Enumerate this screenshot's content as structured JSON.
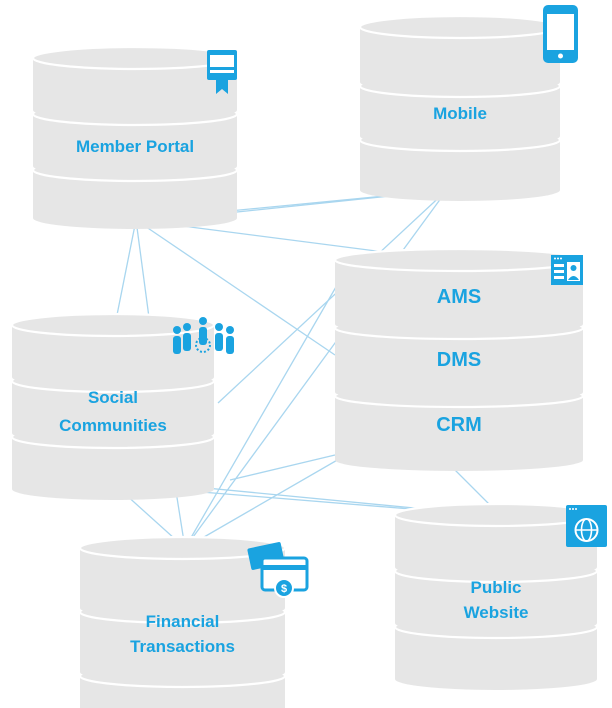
{
  "diagram": {
    "accent_color": "#1aa3e0",
    "disk_color": "#e6e6e6",
    "line_color": "#a9d6ef",
    "nodes": [
      {
        "id": "member-portal",
        "label_lines": [
          "Member Portal"
        ],
        "icon": "certificate-icon"
      },
      {
        "id": "mobile",
        "label_lines": [
          "Mobile"
        ],
        "icon": "smartphone-icon"
      },
      {
        "id": "ams-dms-crm",
        "label_lines": [
          "AMS",
          "DMS",
          "CRM"
        ],
        "icon": "contact-card-icon"
      },
      {
        "id": "social-communities",
        "label_lines": [
          "Social",
          "Communities"
        ],
        "icon": "people-group-icon"
      },
      {
        "id": "financial-transactions",
        "label_lines": [
          "Financial",
          "Transactions"
        ],
        "icon": "payment-cards-icon"
      },
      {
        "id": "public-website",
        "label_lines": [
          "Public",
          "Website"
        ],
        "icon": "globe-browser-icon"
      }
    ]
  }
}
